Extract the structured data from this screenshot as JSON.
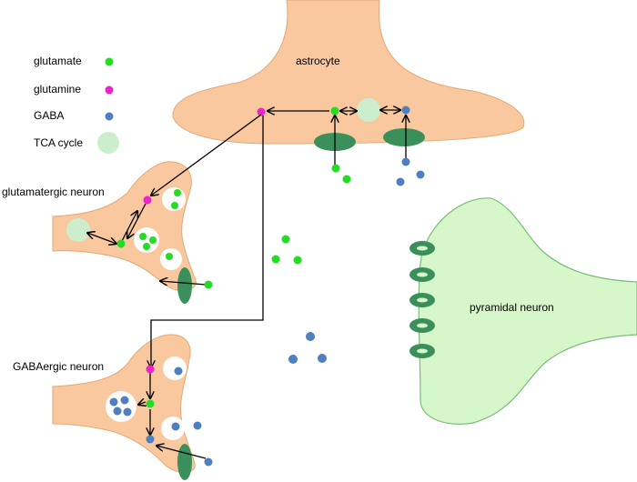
{
  "legend": {
    "items": [
      {
        "label": "glutamate",
        "color": "#22dd22"
      },
      {
        "label": "glutamine",
        "color": "#ee22cc"
      },
      {
        "label": "GABA",
        "color": "#4f7fbf"
      },
      {
        "label": "TCA cycle",
        "color": "#cdeecd"
      }
    ]
  },
  "cells": {
    "astrocyte": "astrocyte",
    "glutamatergic": "glutamatergic neuron",
    "gabaergic": "GABAergic neuron",
    "pyramidal": "pyramidal neuron"
  },
  "colors": {
    "cell_fill": "#f9c89f",
    "cell_stroke": "#e3a877",
    "pyramidal_fill": "#d6f7ca",
    "pyramidal_stroke": "#7dbb7d",
    "transporter": "#3a8f5a",
    "receptor": "#3a8f5a",
    "arrow": "#000000"
  }
}
